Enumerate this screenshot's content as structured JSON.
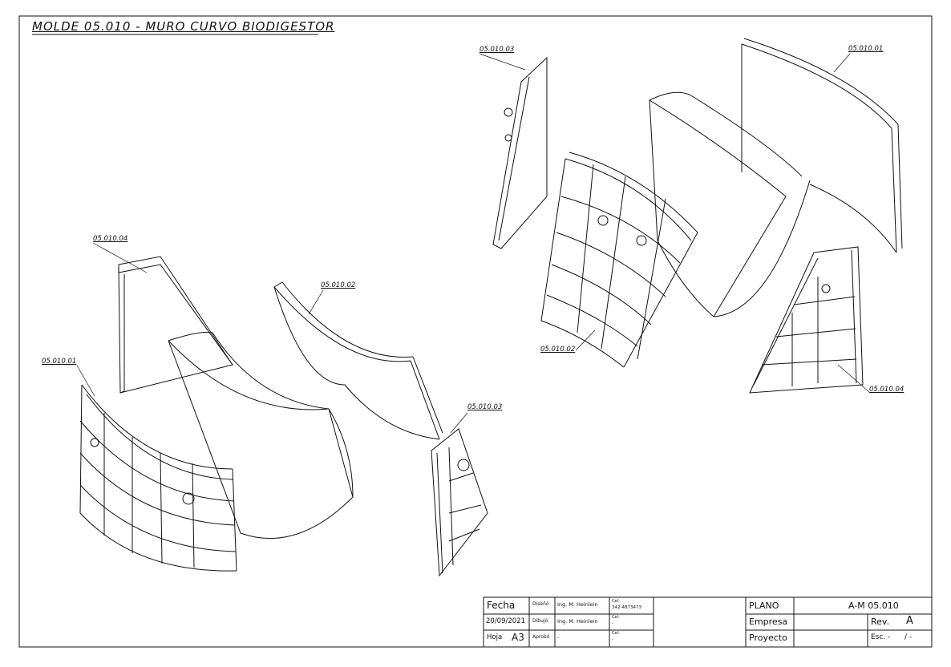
{
  "title": "MOLDE 05.010 - MURO CURVO BIODIGESTOR",
  "part_labels": {
    "left_01": "05.010.01",
    "left_04": "05.010.04",
    "left_02": "05.010.02",
    "left_03": "05.010.03",
    "right_03": "05.010.03",
    "right_01": "05.010.01",
    "right_02": "05.010.02",
    "right_04": "05.010.04"
  },
  "title_block": {
    "fecha_label": "Fecha",
    "fecha_value": "20/09/2021",
    "hoja_label": "Hoja",
    "hoja_value": "A3",
    "diseno_label": "Diseñó",
    "dibujo_label": "Dibujó",
    "aprobo_label": "Aprobó",
    "diseno_name": "Ing. M. Heinlein",
    "dibujo_name": "Ing. M. Heinlein",
    "aprobo_name": "-",
    "cel_label": "Cel:",
    "cel_1": "342-4873473",
    "cel_2": "-",
    "cel_3": "-",
    "plano_label": "PLANO",
    "plano_value": "A-M 05.010",
    "empresa_label": "Empresa",
    "proyecto_label": "Proyecto",
    "rev_label": "Rev.",
    "rev_value": "A",
    "esc_label": "Esc. -",
    "esc_value": "/ -"
  }
}
